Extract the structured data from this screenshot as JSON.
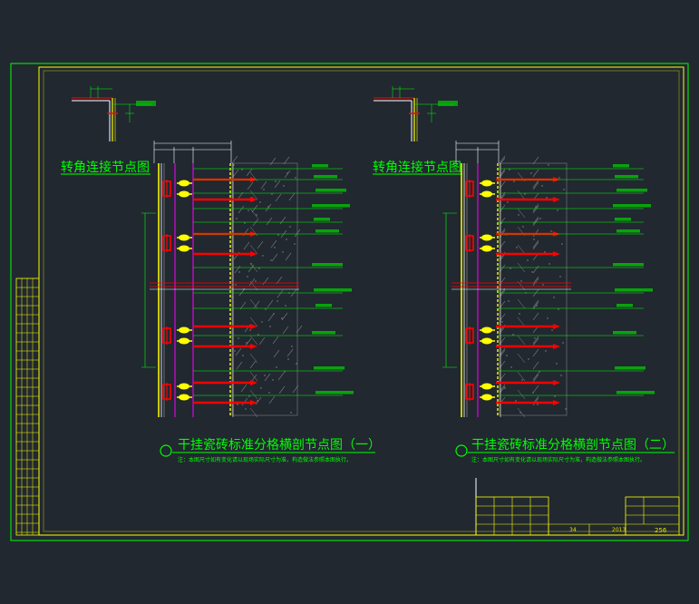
{
  "drawing": {
    "colors": {
      "background": "#212830",
      "frame_green": "#00ff00",
      "frame_yellow": "#ffff00",
      "anchor_red": "#ff0000",
      "bolt_yellow": "#ffff00",
      "keel_magenta": "#ff00ff",
      "hatch_gray": "#808080"
    },
    "details": [
      {
        "corner_title": "转角连接节点图",
        "main_title": "干挂瓷砖标准分格横剖节点图（一）",
        "note": "注：本图尺寸如有变化请以现场实际尺寸为准，构造做法参照本图执行。"
      },
      {
        "corner_title": "转角连接节点图",
        "main_title": "干挂瓷砖标准分格横剖节点图（二）",
        "note": "注：本图尺寸如有变化请以现场实际尺寸为准，构造做法参照本图执行。"
      }
    ],
    "title_block": {
      "cell_a": "34",
      "cell_b": "2013",
      "sheet_number": "256"
    }
  }
}
